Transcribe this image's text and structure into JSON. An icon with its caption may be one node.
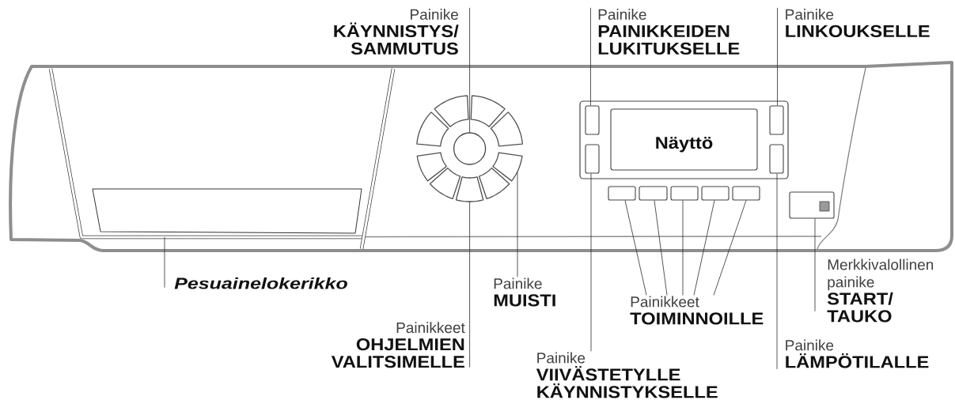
{
  "diagram": {
    "nodes": [
      {
        "text": [
          "Painike",
          "KÄYNNISTYS/ SAMMUTUS"
        ]
      },
      {
        "text": [
          "Painike",
          "PAINIKKEIDEN LUKITUKSELLE"
        ]
      },
      {
        "text": [
          "Painike",
          "LINKOUKSELLE"
        ]
      },
      {
        "text": [],
        "shape": "trapezoid"
      },
      {
        "text": [],
        "shape": "segment"
      },
      {
        "text": [],
        "shape": "segment"
      },
      {
        "text": [],
        "shape": "segment"
      },
      {
        "text": [],
        "shape": "segment"
      },
      {
        "text": [],
        "shape": "circle"
      },
      {
        "text": [],
        "shape": "segment"
      },
      {
        "text": [],
        "shape": "segment"
      },
      {
        "text": [],
        "shape": "segment"
      },
      {
        "text": [],
        "shape": "segment"
      },
      {
        "text": [],
        "shape": "segment"
      },
      {
        "text": [],
        "shape": "box"
      },
      {
        "text": [
          "Näyttö"
        ]
      },
      {
        "text": [],
        "shape": "box"
      },
      {
        "text": [],
        "shape": "box"
      },
      {
        "text": [],
        "shape": "box"
      },
      {
        "text": [],
        "shape": "box"
      },
      {
        "text": [],
        "shape": "box"
      },
      {
        "text": [],
        "shape": "box"
      },
      {
        "text": [],
        "shape": "box"
      },
      {
        "text": [],
        "shape": "box"
      },
      {
        "text": [],
        "shape": "box"
      },
      {
        "text": [
          "Painike",
          "MUISTI"
        ]
      },
      {
        "text": [
          "Merkkivalollinen painike",
          "START/ TAUKO"
        ]
      },
      {
        "text": [
          "Pesuainelokerikko"
        ]
      },
      {
        "text": [
          "Painikkeet",
          "TOIMINNOILLE"
        ]
      },
      {
        "text": [
          "Painikkeet",
          "OHJELMIEN VALITSIMELLE"
        ]
      },
      {
        "text": [
          "Painike",
          "LÄMPÖTILALLE"
        ]
      },
      {
        "text": [
          "Painike",
          "VIIVÄSTETYLLE KÄYNNISTYKSELLE"
        ]
      }
    ],
    "edges": [
      {
        "from": 0,
        "to": 8,
        "arrow": "none"
      },
      {
        "from": 1,
        "to": 14,
        "arrow": "none"
      },
      {
        "from": 2,
        "to": 16,
        "arrow": "none"
      },
      {
        "from": 25,
        "to": 10,
        "arrow": "none"
      },
      {
        "from": 26,
        "to": 24,
        "arrow": "none"
      },
      {
        "from": 27,
        "to": 3,
        "arrow": "none"
      },
      {
        "from": 28,
        "to": 19,
        "arrow": "none"
      },
      {
        "from": 28,
        "to": 20,
        "arrow": "none"
      },
      {
        "from": 28,
        "to": 21,
        "arrow": "none"
      },
      {
        "from": 28,
        "to": 22,
        "arrow": "none"
      },
      {
        "from": 28,
        "to": 23,
        "arrow": "none"
      },
      {
        "from": 29,
        "to": 13,
        "arrow": "none"
      },
      {
        "from": 30,
        "to": 18,
        "arrow": "none"
      },
      {
        "from": 31,
        "to": 17,
        "arrow": "none"
      }
    ]
  }
}
